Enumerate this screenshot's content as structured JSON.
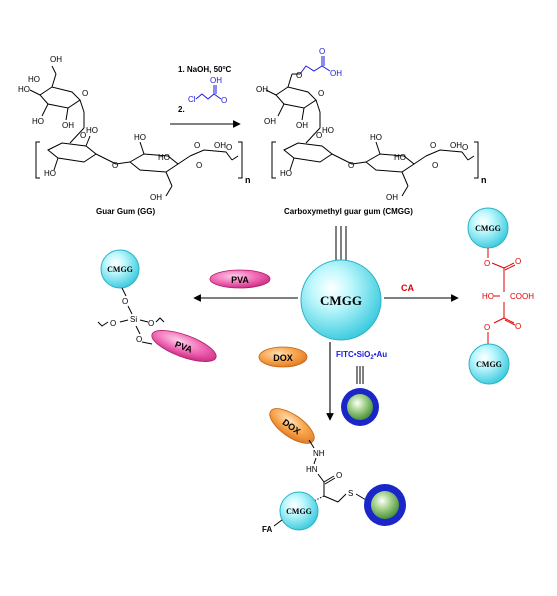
{
  "reaction": {
    "step1": "1. NaOH, 50",
    "step1_deg": "o",
    "step1_unit": "C",
    "step2": "2.",
    "reagent_cl": "Cl",
    "reagent_oh": "OH",
    "reagent_o": "O"
  },
  "guar_gum": {
    "label": "Guar Gum (GG)",
    "repeat": "n",
    "oh": "OH",
    "ho": "HO",
    "o": "O"
  },
  "cmgg": {
    "label": "Carboxymethyl guar gum (CMGG)",
    "repeat": "n",
    "oh": "OH",
    "o": "O"
  },
  "center": {
    "label": "CMGG"
  },
  "pva_branch": {
    "reagent": "PVA",
    "node": "CMGG",
    "si": "Si",
    "o": "O",
    "pva_label": "PVA"
  },
  "ca_branch": {
    "reagent": "CA",
    "top_node": "CMGG",
    "bottom_node": "CMGG",
    "ho": "HO",
    "cooh": "COOH",
    "o": "O"
  },
  "dox_branch": {
    "reagent_dox": "DOX",
    "reagent_fitc": "FITC",
    "reagent_sio2": "SiO",
    "reagent_sio2_sub": "2",
    "reagent_au": "Au",
    "dox_label": "DOX",
    "nh": "NH",
    "hn": "HN",
    "o": "O",
    "s": "S",
    "node": "CMGG",
    "fa": "FA"
  },
  "colors": {
    "node_cyan": "#aef4fb",
    "pink": "#e0288a",
    "orange": "#f28a1e",
    "red": "#e00000",
    "blue": "#1a1adc",
    "shell_blue": "#1a26c8",
    "core_green": "#4a9e3a"
  }
}
